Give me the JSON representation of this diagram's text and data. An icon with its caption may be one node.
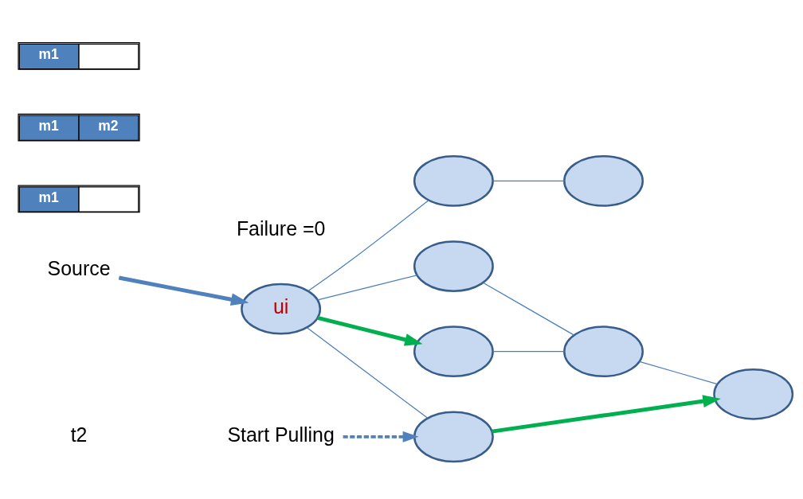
{
  "diagram": {
    "nodes": [
      {
        "text": [
          "Start Pulling"
        ]
      },
      {
        "text": [
          "m1"
        ]
      },
      {
        "text": [],
        "shape": "ellipse"
      },
      {
        "text": [],
        "shape": "ellipse"
      },
      {
        "text": [
          "m1",
          "m2"
        ]
      },
      {
        "text": [],
        "shape": "ellipse"
      },
      {
        "text": [
          "ui"
        ]
      },
      {
        "text": [],
        "shape": "ellipse"
      },
      {
        "text": [],
        "shape": "ellipse"
      },
      {
        "text": [
          "m1"
        ]
      },
      {
        "text": [
          "Source"
        ]
      },
      {
        "text": [],
        "shape": "ellipse"
      },
      {
        "text": [],
        "shape": "ellipse"
      }
    ],
    "edges": [
      {
        "from": 0,
        "to": 2,
        "arrow": "to",
        "style": "dashed",
        "color": "#4f81bd"
      },
      {
        "from": 10,
        "to": 6,
        "arrow": "to",
        "style": "thick",
        "color": "#4f81bd"
      },
      {
        "from": 6,
        "to": 2,
        "arrow": "none"
      },
      {
        "from": 6,
        "to": 5,
        "arrow": "none"
      },
      {
        "from": 6,
        "to": 8,
        "arrow": "to",
        "style": "thick",
        "color": "#00b050"
      },
      {
        "from": 6,
        "to": 12,
        "arrow": "none"
      },
      {
        "from": 2,
        "to": 3,
        "arrow": "to",
        "style": "thick",
        "color": "#00b050"
      },
      {
        "from": 5,
        "to": 7,
        "arrow": "none"
      },
      {
        "from": 8,
        "to": 7,
        "arrow": "none"
      },
      {
        "from": 7,
        "to": 3,
        "arrow": "none"
      },
      {
        "from": 12,
        "to": 11,
        "arrow": "none"
      }
    ],
    "labels": [
      "t2",
      "Failure =0"
    ]
  }
}
